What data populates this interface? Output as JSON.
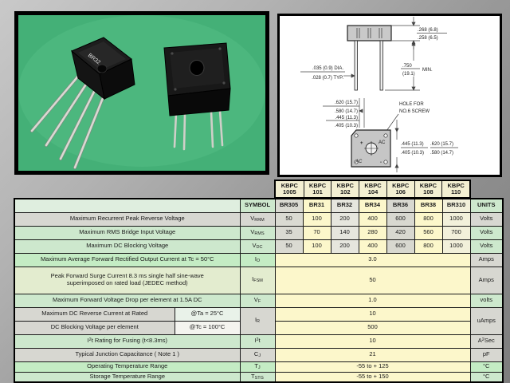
{
  "colors": {
    "photo_green": "#48b47c",
    "pale_yellow": "#fcf7cb",
    "pale_green": "#cde8cd",
    "panel_gray": "#d7d7d1"
  },
  "photo": {
    "marking": "BR32"
  },
  "drawing": {
    "labels": {
      "dim_top_a": ".268 (6.8)",
      "dim_top_b": ".258 (6.5)",
      "lead_len_a": ".750",
      "lead_len_b": "(19.1)",
      "lead_len_min": "MIN.",
      "lead_dia_a": ".035 (0.9) DIA.",
      "lead_dia_b": ".028 (0.7) TYP.",
      "body_w1": ".620 (15.7)",
      "body_w2": ".580 (14.7)",
      "body_w3": ".445 (11.3)",
      "body_w4": ".405 (10.3)",
      "hole_note_1": "HOLE FOR",
      "hole_note_2": "NO.6 SCREW",
      "bot_dim_a1": ".445 (11.3)",
      "bot_dim_a2": ".405 (10.3)",
      "bot_dim_b1": ".620 (15.7)",
      "bot_dim_b2": ".580 (14.7)",
      "plus": "+",
      "minus": "-",
      "ac1": "AC",
      "ac2": "AC"
    }
  },
  "table": {
    "symbol_header": "SYMBOL",
    "units_header": "UNITS",
    "kbpc": [
      {
        "l1": "KBPC",
        "l2": "1005"
      },
      {
        "l1": "KBPC",
        "l2": "101"
      },
      {
        "l1": "KBPC",
        "l2": "102"
      },
      {
        "l1": "KBPC",
        "l2": "104"
      },
      {
        "l1": "KBPC",
        "l2": "106"
      },
      {
        "l1": "KBPC",
        "l2": "108"
      },
      {
        "l1": "KBPC",
        "l2": "110"
      }
    ],
    "models": [
      "BR305",
      "BR31",
      "BR32",
      "BR34",
      "BR36",
      "BR38",
      "BR310"
    ],
    "rows": {
      "vrrm": {
        "desc": "Maximum Recurrent Peak Reverse Voltage",
        "sym_pre": "V",
        "sym_sub": "RRM",
        "values": [
          "50",
          "100",
          "200",
          "400",
          "600",
          "800",
          "1000"
        ],
        "unit": "Volts"
      },
      "vrms": {
        "desc": "Maximum RMS Bridge Input Voltage",
        "sym_pre": "V",
        "sym_sub": "RMS",
        "values": [
          "35",
          "70",
          "140",
          "280",
          "420",
          "560",
          "700"
        ],
        "unit": "Volts"
      },
      "vdc": {
        "desc": "Maximum DC Blocking Voltage",
        "sym_pre": "V",
        "sym_sub": "DC",
        "values": [
          "50",
          "100",
          "200",
          "400",
          "600",
          "800",
          "1000"
        ],
        "unit": "Volts"
      },
      "io": {
        "desc": "Maximum Average Forward Rectified Output Current at Tc = 50°C",
        "sym_pre": "I",
        "sym_sub": "O",
        "value": "3.0",
        "unit": "Amps"
      },
      "ifsm": {
        "desc1": "Peak Forward Surge Current 8.3 ms single half sine-wave",
        "desc2": "superimposed on rated load (JEDEC method)",
        "sym_pre": "I",
        "sym_sub": "FSM",
        "value": "50",
        "unit": "Amps"
      },
      "vf": {
        "desc": "Maximum Forward Voltage Drop per element at 1.5A DC",
        "sym_pre": "V",
        "sym_sub": "F",
        "value": "1.0",
        "unit": "volts"
      },
      "ir": {
        "desc1": "Maximum DC Reverse Current at Rated",
        "desc2": "DC Blocking Voltage per element",
        "at1": "@Ta = 25°C",
        "at2": "@Tc = 100°C",
        "sym_pre": "I",
        "sym_sub": "R",
        "value1": "10",
        "value2": "500",
        "unit": "uAmps"
      },
      "i2t": {
        "desc_pre": "I",
        "desc_sup": "2",
        "desc_post": "t Rating for Fusing (t<8.3ms)",
        "sym_pre": "I",
        "sym_sup": "2",
        "sym_post": "t",
        "value": "10",
        "unit_pre": "A",
        "unit_sup": "2",
        "unit_post": "Sec"
      },
      "cj": {
        "desc": "Typical Junction Capacitance ( Note 1 )",
        "sym_pre": "C",
        "sym_sub": "J",
        "value": "21",
        "unit": "pF"
      },
      "tj": {
        "desc": "Operating Temperature Range",
        "sym_pre": "T",
        "sym_sub": "J",
        "value": "-55 to + 125",
        "unit": "°C"
      },
      "tstg": {
        "desc": "Storage Temperature Range",
        "sym_pre": "T",
        "sym_sub": "STG",
        "value": "-55 to + 150",
        "unit": "°C"
      }
    }
  }
}
